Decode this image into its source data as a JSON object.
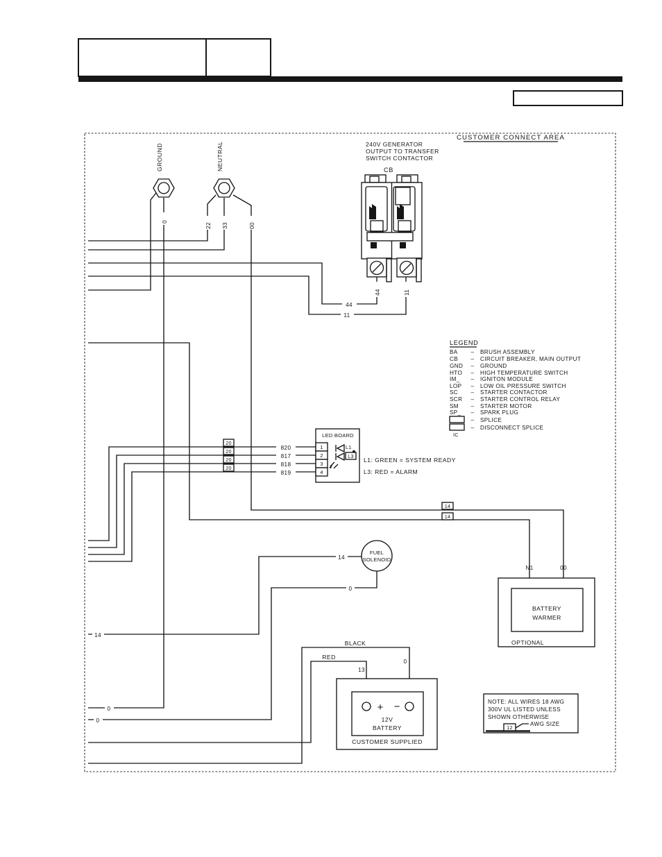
{
  "diagram": {
    "area_title": "CUSTOMER CONNECT AREA",
    "cb_caption": [
      "240V GENERATOR",
      "OUTPUT TO TRANSFER",
      "SWITCH CONTACTOR"
    ],
    "cb_label": "CB",
    "ground_label": "GROUND",
    "neutral_label": "NEUTRAL"
  },
  "wires": {
    "zero": "0",
    "n22": "22",
    "n33": "33",
    "n00": "00",
    "w44": "44",
    "w11": "11",
    "w13": "13",
    "w14": "14",
    "n1": "N1",
    "led820": "820",
    "led817": "817",
    "led818": "818",
    "led819": "819",
    "awg20": "20",
    "awg14": "14",
    "awg12": "12",
    "red": "RED",
    "black": "BLACK"
  },
  "legend": {
    "title": "LEGEND",
    "sep": "–",
    "entries": [
      {
        "abbr": "BA",
        "desc": "BRUSH ASSEMBLY"
      },
      {
        "abbr": "CB",
        "desc": "CIRCUIT BREAKER, MAIN OUTPUT"
      },
      {
        "abbr": "GND",
        "desc": "GROUND"
      },
      {
        "abbr": "HTO",
        "desc": "HIGH TEMPERATURE SWITCH"
      },
      {
        "abbr": "IM_",
        "desc": "IGNITON MODULE"
      },
      {
        "abbr": "LOP",
        "desc": "LOW OIL PRESSURE SWITCH"
      },
      {
        "abbr": "SC",
        "desc": "STARTER CONTACTOR"
      },
      {
        "abbr": "SCR",
        "desc": "STARTER CONTROL RELAY"
      },
      {
        "abbr": "SM",
        "desc": "STARTER MOTOR"
      },
      {
        "abbr": "SP_",
        "desc": "SPARK PLUG"
      }
    ],
    "splice": "SPLICE",
    "disconnect_splice": "DISCONNECT SPLICE",
    "ic": "IC"
  },
  "led_board": {
    "title": "LED BOARD",
    "t1": "1",
    "t2": "2",
    "t3": "3",
    "t4": "4",
    "l1": "L1",
    "l3": "L3",
    "note_l1": "L1:  GREEN = SYSTEM READY",
    "note_l3": "L3:  RED = ALARM"
  },
  "fuel_solenoid": {
    "line1": "FUEL",
    "line2": "SOLENOID"
  },
  "battery_warmer": {
    "line1": "BATTERY",
    "line2": "WARMER",
    "optional": "OPTIONAL"
  },
  "battery": {
    "volts": "12V",
    "name": "BATTERY",
    "plus": "+",
    "minus": "−",
    "supplied": "CUSTOMER SUPPLIED"
  },
  "awg_note": {
    "line1": "NOTE:  ALL WIRES 18 AWG",
    "line2": "300V UL LISTED UNLESS",
    "line3": "SHOWN OTHERWISE",
    "callout": "AWG SIZE"
  }
}
